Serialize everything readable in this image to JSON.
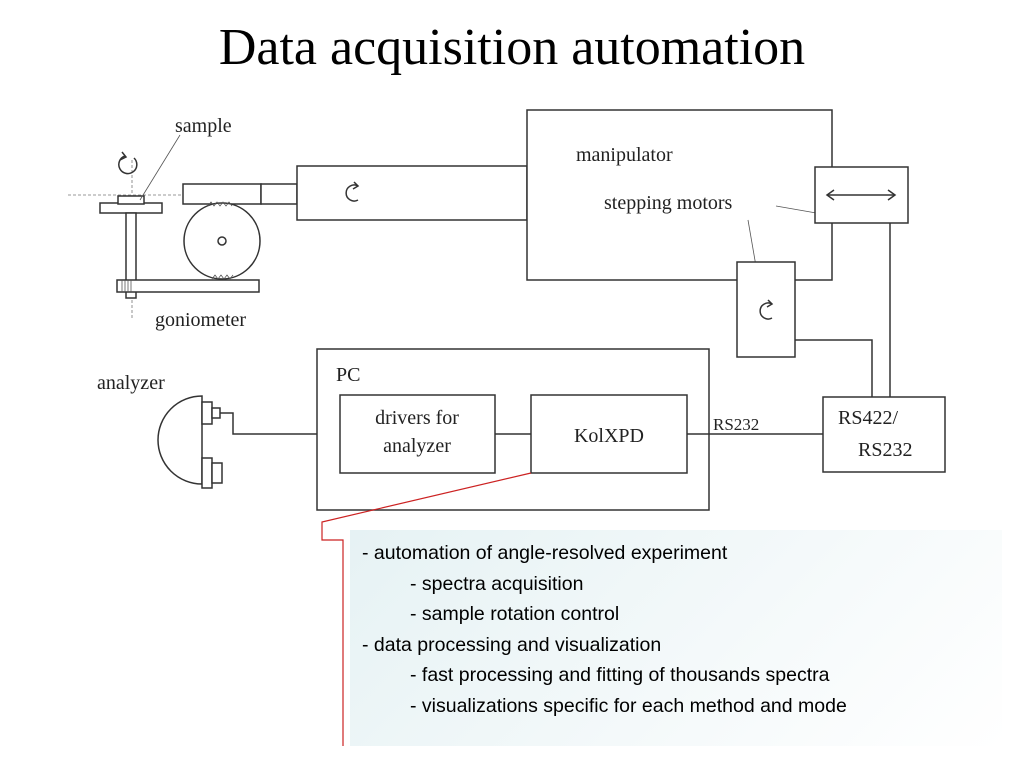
{
  "title": "Data acquisition automation",
  "diagram": {
    "sample": "sample",
    "goniometer": "goniometer",
    "manipulator": "manipulator",
    "stepping_motors": "stepping motors",
    "analyzer": "analyzer",
    "pc": "PC",
    "drivers_line1": "drivers for",
    "drivers_line2": "analyzer",
    "kolxpd": "KolXPD",
    "rs232": "RS232",
    "rs422_line1": "RS422/",
    "rs422_line2": "RS232"
  },
  "notes": [
    {
      "text": "- automation of angle-resolved experiment",
      "level": 1
    },
    {
      "text": "- spectra acquisition",
      "level": 2
    },
    {
      "text": "- sample rotation control",
      "level": 2
    },
    {
      "text": "- data processing and visualization",
      "level": 1
    },
    {
      "text": "- fast processing and fitting of thousands spectra",
      "level": 2
    },
    {
      "text": "- visualizations specific for each method and mode",
      "level": 2
    }
  ],
  "colors": {
    "callout_line": "#cc2222",
    "notes_bg": "#e6f2f4"
  }
}
